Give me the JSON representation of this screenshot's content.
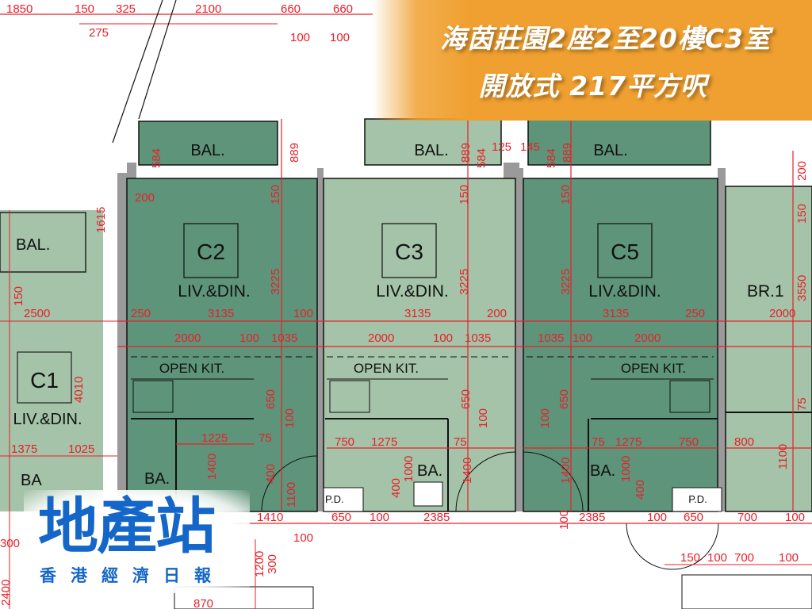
{
  "banner": {
    "title": "海茵莊園2座2至20樓C3室",
    "subtitle": "開放式 217平方呎",
    "color": "#f0a030"
  },
  "logo": {
    "name": "地產站",
    "tagline": "香港經濟日報",
    "color": "#1466c8"
  },
  "colors": {
    "dark_unit": "#5e9479",
    "light_unit": "#a4c3a8",
    "wall": "#9a9a9a",
    "dimension": "#e8202a"
  },
  "units": {
    "c1": {
      "id": "C1",
      "room": "LIV.&DIN.",
      "balcony": "BAL.",
      "bath": "BA"
    },
    "c2": {
      "id": "C2",
      "room": "LIV.&DIN.",
      "balcony": "BAL.",
      "kitchen": "OPEN KIT.",
      "bath": "BA."
    },
    "c3": {
      "id": "C3",
      "room": "LIV.&DIN.",
      "balcony": "BAL.",
      "kitchen": "OPEN KIT.",
      "bath": "BA.",
      "pd": "P.D."
    },
    "c5": {
      "id": "C5",
      "room": "LIV.&DIN.",
      "balcony": "BAL.",
      "kitchen": "OPEN KIT.",
      "bath": "BA.",
      "pd": "P.D."
    },
    "br1": {
      "room": "BR.1"
    }
  },
  "dims": {
    "top": [
      "1850",
      "150",
      "325",
      "2100",
      "660",
      "660",
      "275",
      "100",
      "100"
    ],
    "c1": [
      "2500",
      "1375",
      "1025",
      "4010",
      "1615",
      "150",
      "300"
    ],
    "c2": [
      "584",
      "889",
      "200",
      "150",
      "3225",
      "250",
      "3135",
      "100",
      "2000",
      "100",
      "1035",
      "650",
      "100",
      "1225",
      "75",
      "1400",
      "400",
      "1100",
      "1410",
      "100"
    ],
    "c3": [
      "889",
      "584",
      "150",
      "3225",
      "3135",
      "200",
      "2000",
      "100",
      "1035",
      "650",
      "100",
      "750",
      "1275",
      "75",
      "1000",
      "400",
      "1400",
      "650",
      "100",
      "2385",
      "125"
    ],
    "c5": [
      "145",
      "584",
      "889",
      "150",
      "3225",
      "3135",
      "250",
      "1035",
      "100",
      "2000",
      "650",
      "100",
      "75",
      "1275",
      "750",
      "1000",
      "400",
      "1400",
      "100",
      "2385",
      "100",
      "650",
      "700"
    ],
    "br1": [
      "200",
      "150",
      "3550",
      "2000",
      "800",
      "1100",
      "100",
      "75",
      "150",
      "100",
      "700",
      "100"
    ],
    "bottom": [
      "1200",
      "300",
      "870",
      "2400"
    ]
  }
}
